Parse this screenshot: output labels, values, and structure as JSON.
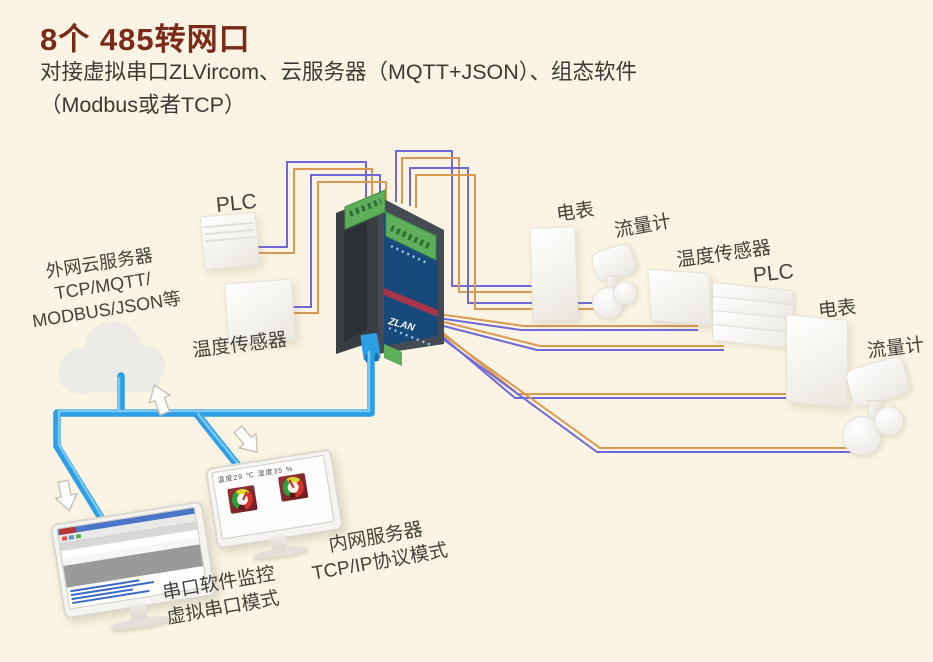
{
  "header": {
    "title": "8个 485转网口",
    "subtitle_line1": "对接虚拟串口ZLVircom、云服务器（MQTT+JSON）、组态软件",
    "subtitle_line2": "（Modbus或者TCP）"
  },
  "cloud": {
    "line1": "外网云服务器",
    "line2": "TCP/MQTT/",
    "line3": "MODBUS/JSON等"
  },
  "gateway": {
    "brand": "ZLAN"
  },
  "devices": {
    "plc_left": "PLC",
    "temp_left": "温度传感器",
    "meter_top": "电表",
    "flow_top": "流量计",
    "temp_right": "温度传感器",
    "plc_right": "PLC",
    "meter_right": "电表",
    "flow_right": "流量计"
  },
  "monitors": {
    "left_caption1": "串口软件监控",
    "left_caption2": "虚拟串口模式",
    "right_screen_text": "温度29 ℃ 湿度35 %",
    "right_caption1": "内网服务器",
    "right_caption2": "TCP/IP协议模式"
  },
  "colors": {
    "background": "#fbf3e3",
    "title": "#7a2a18",
    "wire_blue": "#6f68d8",
    "wire_orange": "#d89a52",
    "cable_blue": "#2b9fe6",
    "panel_blue": "#17497b",
    "terminal_green": "#5fae5c"
  }
}
